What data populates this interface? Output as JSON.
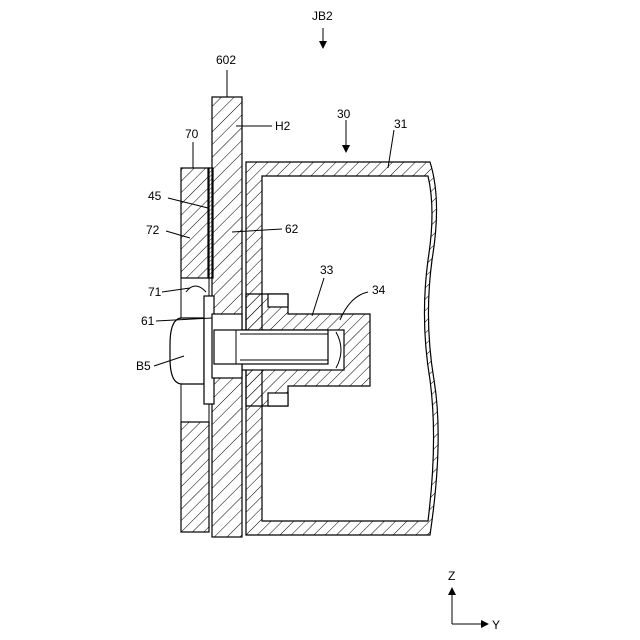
{
  "figure": {
    "title": "JB2",
    "labels": {
      "l602": "602",
      "lH2": "H2",
      "l30": "30",
      "l31": "31",
      "l70": "70",
      "l45": "45",
      "l72": "72",
      "l62": "62",
      "l33": "33",
      "l34": "34",
      "l71": "71",
      "l61": "61",
      "lB5": "B5"
    },
    "axes": {
      "z": "Z",
      "y": "Y"
    }
  }
}
